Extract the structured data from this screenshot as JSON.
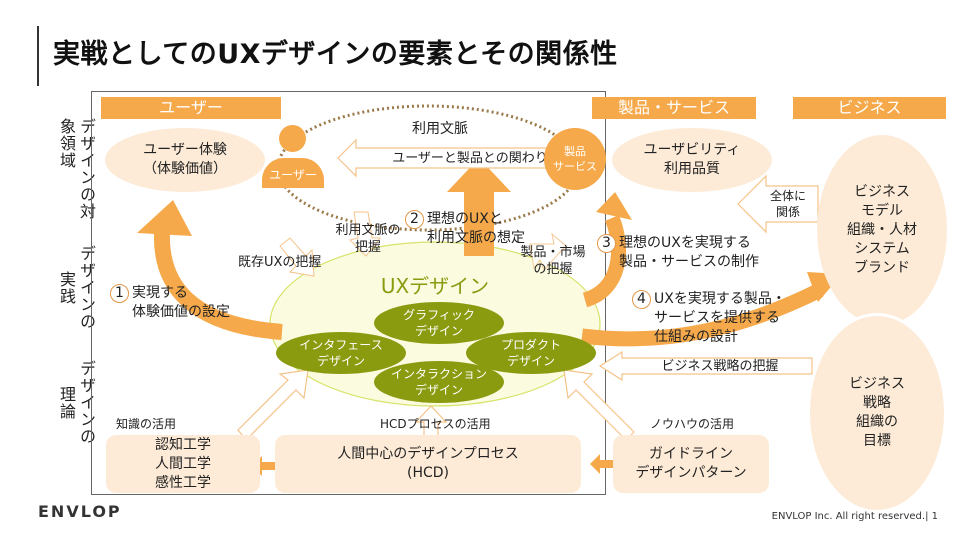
{
  "page": {
    "title": "実戦としてのUXデザインの要素とその関係性"
  },
  "side_labels": [
    {
      "line1": "デザインの",
      "line2": "対象領域"
    },
    {
      "line1": "デザインの",
      "line2": "実践"
    },
    {
      "line1": "デザインの",
      "line2": "理論"
    }
  ],
  "headers": {
    "user": "ユーザー",
    "product": "製品・サービス",
    "business": "ビジネス"
  },
  "user_area": {
    "bubble_line1": "ユーザー体験",
    "bubble_line2": "（体験価値）",
    "icon_label": "ユーザー"
  },
  "context": {
    "title": "利用文脈",
    "arrow_label": "ユーザーと製品との関わり"
  },
  "product_area": {
    "circle_line1": "製品",
    "circle_line2": "サービス",
    "bubble_line1": "ユーザビリティ",
    "bubble_line2": "利用品質"
  },
  "business_area": {
    "top_ellipse": [
      "ビジネス",
      "モデル",
      "組織・人材",
      "システム",
      "ブランド"
    ],
    "bottom_ellipse": [
      "ビジネス",
      "戦略",
      "組織の",
      "目標"
    ],
    "relation_arrow_line1": "全体に",
    "relation_arrow_line2": "関係",
    "strategy_arrow_label": "ビジネス戦略の把握"
  },
  "steps": [
    {
      "num": "1",
      "line1": "実現する",
      "line2": "体験価値の設定"
    },
    {
      "num": "2",
      "line1": "理想のUXと",
      "line2": "利用文脈の想定"
    },
    {
      "num": "3",
      "line1": "理想のUXを実現する",
      "line2": "製品・サービスの制作"
    },
    {
      "num": "4",
      "line1": "UXを実現する製品・",
      "line2": "サービスを提供する",
      "line3": "仕組みの設計"
    }
  ],
  "inputs": {
    "existing_ux_line": "既存UXの把握",
    "context_line1": "利用文脈の",
    "context_line2": "把握",
    "market_line1": "製品・市場",
    "market_line2": "の把握"
  },
  "ux_design": {
    "title": "UXデザイン",
    "graphic": [
      "グラフィック",
      "デザイン"
    ],
    "interface": [
      "インタフェース",
      "デザイン"
    ],
    "product": [
      "プロダクト",
      "デザイン"
    ],
    "interaction": [
      "インタラクション",
      "デザイン"
    ]
  },
  "theory": {
    "knowledge_label": "知識の活用",
    "knowledge_box": [
      "認知工学",
      "人間工学",
      "感性工学"
    ],
    "hcd_label": "HCDプロセスの活用",
    "hcd_box_line1": "人間中心のデザインプロセス",
    "hcd_box_line2": "(HCD)",
    "knowhow_label": "ノウハウの活用",
    "knowhow_box": [
      "ガイドライン",
      "デザインパターン"
    ]
  },
  "footer": {
    "logo": "ENVLOP",
    "copyright": "ENVLOP Inc. All right reserved.| 1"
  },
  "colors": {
    "accent_orange": "#f5a94a",
    "bubble_fill": "#fdebd7",
    "olive": "#8a9b10",
    "ux_ellipse_fill": "#fbfbe0"
  }
}
